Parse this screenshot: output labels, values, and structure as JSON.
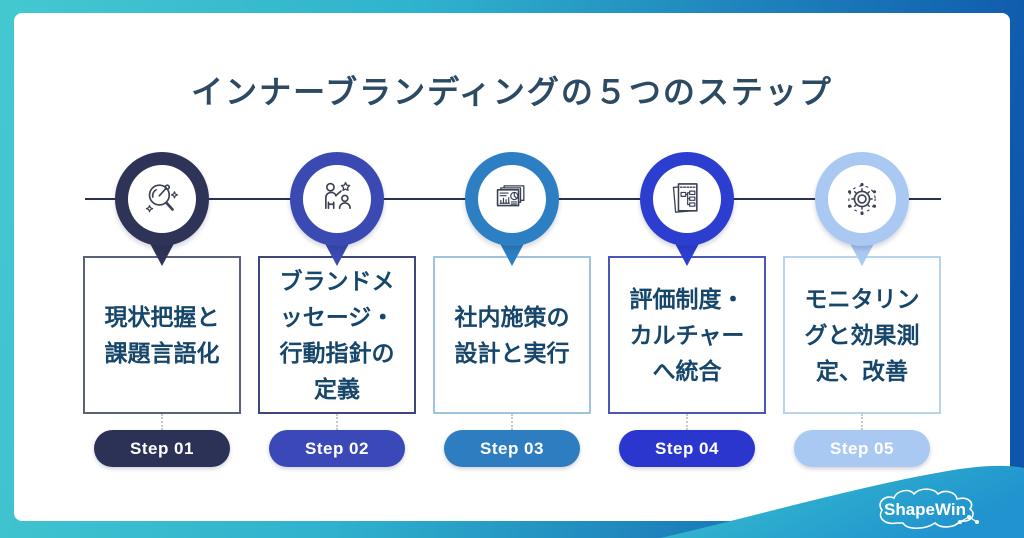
{
  "title": "インナーブランディングの５つのステップ",
  "steps": [
    {
      "pill_label": "Step 01",
      "icon": "magnifier-gauge-icon",
      "card_lines": [
        "現状把握と",
        "課題言語化"
      ],
      "colors": {
        "ring": "#2d3457",
        "box_border": "#59617a",
        "pill": "#2c3255"
      }
    },
    {
      "pill_label": "Step 02",
      "icon": "people-star-icon",
      "card_lines": [
        "ブランドメ",
        "ッセージ・",
        "行動指針の",
        "定義"
      ],
      "colors": {
        "ring": "#3a4ab2",
        "box_border": "#3d4779",
        "pill": "#3a48b8"
      }
    },
    {
      "pill_label": "Step 03",
      "icon": "report-documents-icon",
      "card_lines": [
        "社内施策の",
        "設計と実行"
      ],
      "colors": {
        "ring": "#2d7fc3",
        "box_border": "#9fc4e0",
        "pill": "#2d7dc0"
      }
    },
    {
      "pill_label": "Step 04",
      "icon": "org-checklist-icon",
      "card_lines": [
        "評価制度・",
        "カルチャー",
        "へ統合"
      ],
      "colors": {
        "ring": "#2c3ed0",
        "box_border": "#4a57b5",
        "pill": "#2b36cf"
      }
    },
    {
      "pill_label": "Step 05",
      "icon": "gear-network-icon",
      "card_lines": [
        "モニタリン",
        "グと効果測",
        "定、改善"
      ],
      "colors": {
        "ring": "#a9c9f2",
        "box_border": "#b9d3ee",
        "pill": "#a9c9f2"
      }
    }
  ],
  "footer": {
    "logo_text": "ShapeWin"
  },
  "theme": {
    "frame_teal": "#44c8d0",
    "frame_blue": "#0e55ab",
    "timeline": "#2b3150",
    "title_color": "#2c4a63",
    "card_text": "#17466b",
    "swoosh_teal": "#3cc4cd",
    "swoosh_blue": "#2193cf"
  }
}
